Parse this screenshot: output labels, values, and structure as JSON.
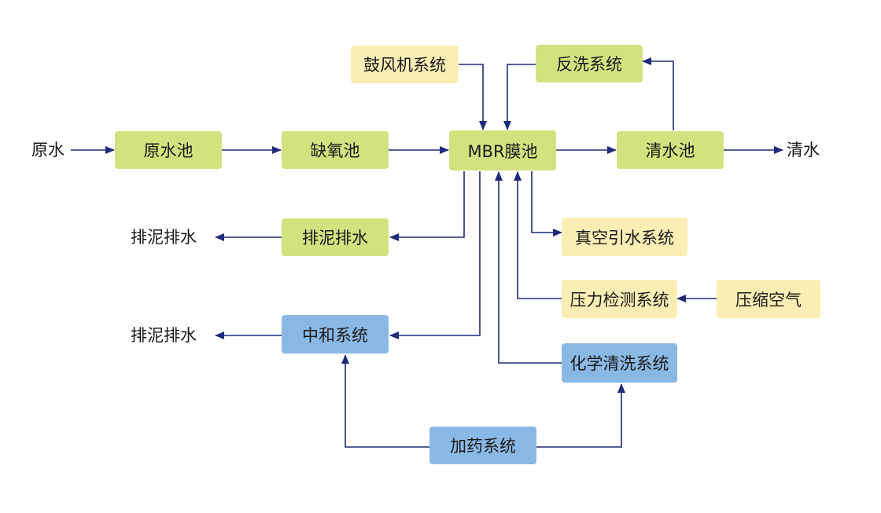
{
  "colors": {
    "process_box": "#d3e27f",
    "auxiliary_box": "#fbeeb5",
    "chemical_box": "#8ab8e4",
    "arrow": "#1f2a7a"
  },
  "nodes": {
    "raw_water_in": "原水",
    "raw_water_tank": "原水池",
    "anoxic_tank": "缺氧池",
    "mbr_tank": "MBR膜池",
    "clear_water_tank": "清水池",
    "clear_water_out": "清水",
    "blower_system": "鼓风机系统",
    "backwash_system": "反洗系统",
    "sludge_drain_1": "排泥排水",
    "sludge_drain_1_out": "排泥排水",
    "vacuum_water_system": "真空引水系统",
    "pressure_detection_system": "压力检测系统",
    "compressed_air": "压缩空气",
    "neutralization_system": "中和系统",
    "sludge_drain_2_out": "排泥排水",
    "chemical_cleaning_system": "化学清洗系统",
    "dosing_system": "加药系统"
  }
}
